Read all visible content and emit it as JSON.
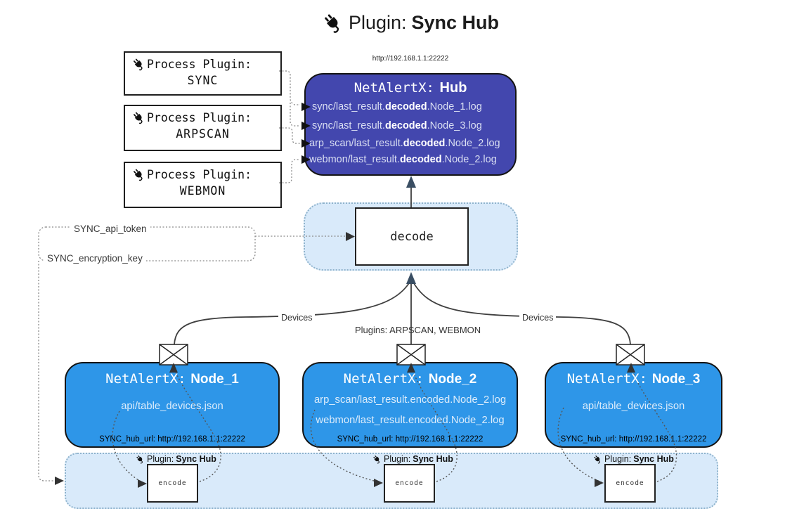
{
  "title": {
    "label": "Plugin:",
    "name": "Sync Hub"
  },
  "hub": {
    "url": "http://192.168.1.1:22222",
    "title_prefix": "NetAlertX:",
    "title_name": "Hub",
    "logs": [
      {
        "pre": "sync/last_result.",
        "bold": "decoded",
        "post": ".Node_1.log"
      },
      {
        "pre": "sync/last_result.",
        "bold": "decoded",
        "post": ".Node_3.log"
      },
      {
        "pre": "arp_scan/last_result.",
        "bold": "decoded",
        "post": ".Node_2.log"
      },
      {
        "pre": "webmon/last_result.",
        "bold": "decoded",
        "post": ".Node_2.log"
      }
    ]
  },
  "process_plugins": [
    {
      "label": "Process Plugin:",
      "name": "SYNC"
    },
    {
      "label": "Process Plugin:",
      "name": "ARPSCAN"
    },
    {
      "label": "Process Plugin:",
      "name": "WEBMON"
    }
  ],
  "decode_label": "decode",
  "settings": {
    "api_token": "SYNC_api_token",
    "encryption_key": "SYNC_encryption_key"
  },
  "edge_labels": {
    "devices_left": "Devices",
    "plugins_mid": "Plugins: ARPSCAN, WEBMON",
    "devices_right": "Devices"
  },
  "nodes": [
    {
      "title_prefix": "NetAlertX:",
      "title_name": "Node_1",
      "files": [
        "api/table_devices.json"
      ],
      "hub_url": "SYNC_hub_url: http://192.168.1.1:22222"
    },
    {
      "title_prefix": "NetAlertX:",
      "title_name": "Node_2",
      "files": [
        "arp_scan/last_result.encoded.Node_2.log",
        "webmon/last_result.encoded.Node_2.log"
      ],
      "hub_url": "SYNC_hub_url: http://192.168.1.1:22222"
    },
    {
      "title_prefix": "NetAlertX:",
      "title_name": "Node_3",
      "files": [
        "api/table_devices.json"
      ],
      "hub_url": "SYNC_hub_url: http://192.168.1.1:22222"
    }
  ],
  "encode_band": {
    "plugin_label": "Plugin:",
    "plugin_name": "Sync Hub",
    "encode_label": "encode"
  },
  "icons": {
    "title_icon": "plug-icon",
    "message_icon": "envelope-icon"
  },
  "colors": {
    "hub_bg": "#4347ae",
    "node_bg": "#2e96e8",
    "band_bg": "#d9eafa",
    "arrow_accent": "#3a4e63"
  }
}
